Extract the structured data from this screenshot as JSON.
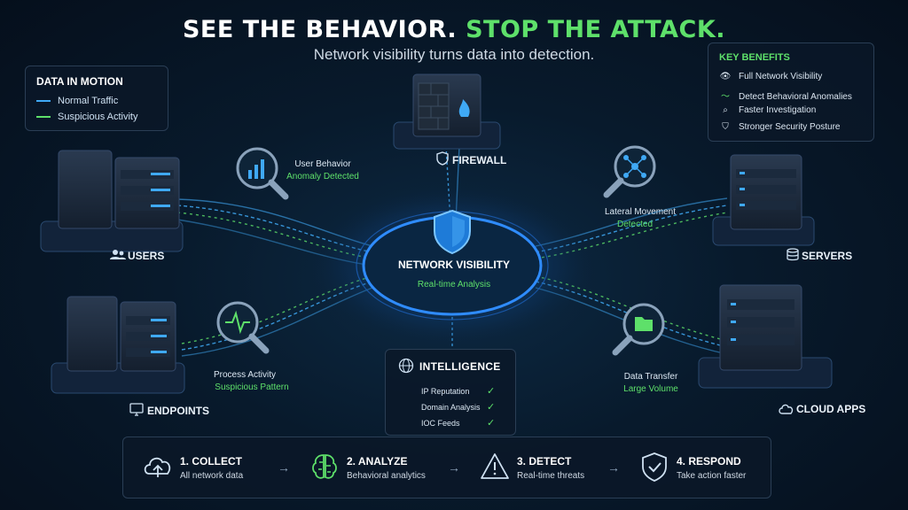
{
  "header": {
    "title_white": "SEE THE BEHAVIOR.",
    "title_green": "STOP THE ATTACK.",
    "subtitle": "Network visibility turns data into detection."
  },
  "legend": {
    "title": "DATA IN MOTION",
    "items": [
      {
        "label": "Normal Traffic",
        "color": "#3fa9f5"
      },
      {
        "label": "Suspicious Activity",
        "color": "#5ee06a"
      }
    ]
  },
  "benefits": {
    "title": "KEY BENEFITS",
    "items": [
      {
        "label": "Full Network Visibility",
        "icon": "eye-icon"
      },
      {
        "label": "Detect Behavioral Anomalies",
        "icon": "pulse-icon"
      },
      {
        "label": "Faster Investigation",
        "icon": "search-icon"
      },
      {
        "label": "Stronger Security Posture",
        "icon": "shield-icon"
      }
    ]
  },
  "center": {
    "title": "NETWORK VISIBILITY",
    "subtitle": "Real-time Analysis"
  },
  "nodes": {
    "users": "USERS",
    "firewall": "FIREWALL",
    "servers": "SERVERS",
    "endpoints": "ENDPOINTS",
    "cloud_apps": "CLOUD APPS"
  },
  "detections": {
    "user_behavior": {
      "line1": "User Behavior",
      "line2": "Anomaly Detected"
    },
    "lateral_movement": {
      "line1": "Lateral Movement",
      "line2": "Detected"
    },
    "process_activity": {
      "line1": "Process Activity",
      "line2": "Suspicious Pattern"
    },
    "data_transfer": {
      "line1": "Data Transfer",
      "line2": "Large Volume"
    }
  },
  "intel": {
    "title": "INTELLIGENCE",
    "items": [
      "IP Reputation",
      "Domain Analysis",
      "IOC Feeds"
    ]
  },
  "steps": [
    {
      "name": "1. COLLECT",
      "desc": "All network data",
      "icon": "cloud-upload-icon"
    },
    {
      "name": "2. ANALYZE",
      "desc": "Behavioral analytics",
      "icon": "brain-icon"
    },
    {
      "name": "3. DETECT",
      "desc": "Real-time threats",
      "icon": "warning-icon"
    },
    {
      "name": "4. RESPOND",
      "desc": "Take action faster",
      "icon": "shield-check-icon"
    }
  ],
  "colors": {
    "normal": "#3fa9f5",
    "suspicious": "#5ee06a",
    "accent_green": "#5ee06a"
  }
}
